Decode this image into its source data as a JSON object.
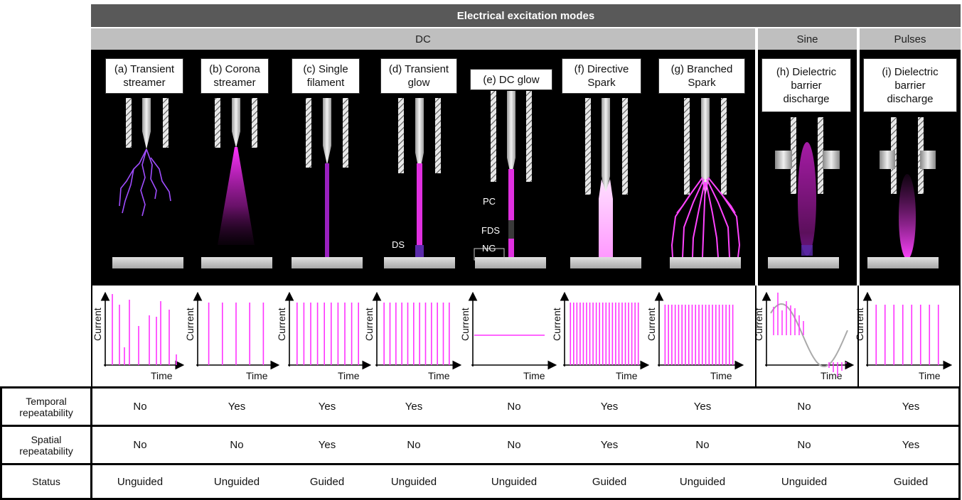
{
  "header": {
    "title": "Electrical excitation modes",
    "groups": {
      "dc": "DC",
      "sine": "Sine",
      "pulses": "Pulses"
    }
  },
  "panels": [
    {
      "label_line1": "(a) Transient",
      "label_line2": "streamer"
    },
    {
      "label_line1": "(b) Corona",
      "label_line2": "streamer"
    },
    {
      "label_line1": "(c) Single",
      "label_line2": "filament"
    },
    {
      "label_line1": "(d) Transient",
      "label_line2": "glow"
    },
    {
      "label_line1": "(e) DC glow",
      "label_line2": ""
    },
    {
      "label_line1": "(f) Directive",
      "label_line2": "Spark"
    },
    {
      "label_line1": "(g) Branched",
      "label_line2": "Spark"
    },
    {
      "label_line1": "(h) Dielectric",
      "label_line2": "barrier",
      "label_line3": "discharge"
    },
    {
      "label_line1": "(i) Dielectric",
      "label_line2": "barrier",
      "label_line3": "discharge"
    }
  ],
  "annotations": {
    "ds": "DS",
    "pc": "PC",
    "fds": "FDS",
    "ng": "NG"
  },
  "axes": {
    "y": "Current",
    "x": "Time"
  },
  "table": {
    "rows": [
      {
        "label_line1": "Temporal",
        "label_line2": "repeatability",
        "values": [
          "No",
          "Yes",
          "Yes",
          "Yes",
          "No",
          "Yes",
          "Yes",
          "No",
          "Yes"
        ]
      },
      {
        "label_line1": "Spatial",
        "label_line2": "repeatability",
        "values": [
          "No",
          "No",
          "Yes",
          "No",
          "No",
          "Yes",
          "No",
          "No",
          "Yes"
        ]
      },
      {
        "label_line1": "Status",
        "label_line2": "",
        "values": [
          "Unguided",
          "Unguided",
          "Guided",
          "Unguided",
          "Unguided",
          "Guided",
          "Unguided",
          "Unguided",
          "Guided"
        ]
      }
    ]
  },
  "colors": {
    "discharge": "#ff33ff",
    "header_dark": "#595959",
    "header_light": "#bfbfbf",
    "background": "#000000"
  }
}
